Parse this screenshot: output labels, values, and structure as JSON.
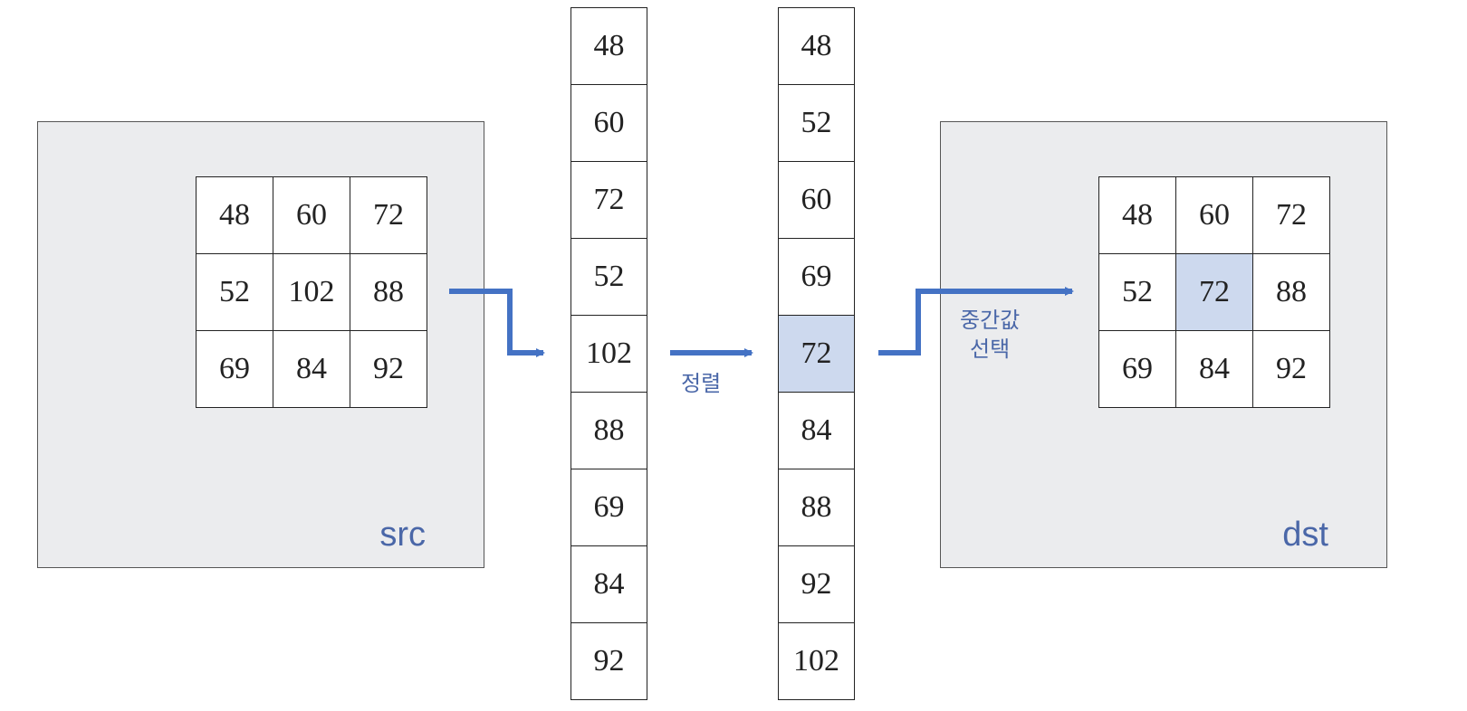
{
  "src": {
    "label": "src",
    "grid": [
      48,
      60,
      72,
      52,
      102,
      88,
      69,
      84,
      92
    ]
  },
  "unsorted": [
    48,
    60,
    72,
    52,
    102,
    88,
    69,
    84,
    92
  ],
  "sort_label": "정렬",
  "sorted": [
    48,
    52,
    60,
    69,
    72,
    84,
    88,
    92,
    102
  ],
  "sorted_highlight_index": 4,
  "select_label_line1": "중간값",
  "select_label_line2": "선택",
  "dst": {
    "label": "dst",
    "grid": [
      48,
      60,
      72,
      52,
      72,
      88,
      69,
      84,
      92
    ],
    "highlight_index": 4
  },
  "colors": {
    "arrow": "#4472c4",
    "highlight": "#cdd9ee",
    "panel": "#ebecee",
    "label": "#4a67a8"
  }
}
